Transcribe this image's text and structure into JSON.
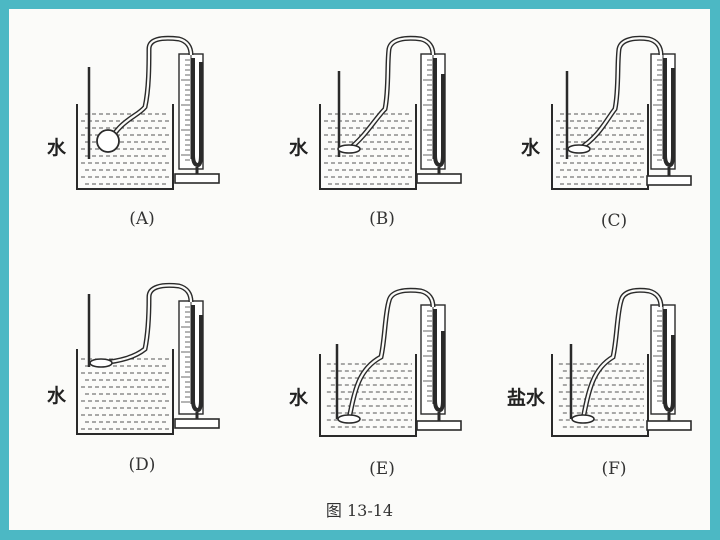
{
  "panels": [
    {
      "caption": "(A)",
      "side_label": "水"
    },
    {
      "caption": "(B)",
      "side_label": "水"
    },
    {
      "caption": "(C)",
      "side_label": "水"
    },
    {
      "caption": "(D)",
      "side_label": "水"
    },
    {
      "caption": "(E)",
      "side_label": "水"
    },
    {
      "caption": "(F)",
      "side_label": "盐水"
    }
  ],
  "figure_title": "图 13-14"
}
